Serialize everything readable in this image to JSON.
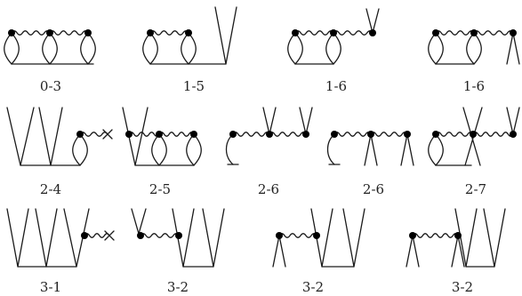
{
  "figure": {
    "labels": [
      "0-3",
      "1-5",
      "1-6",
      "1-6",
      "2-4",
      "2-5",
      "2-6",
      "2-6",
      "2-7",
      "3-1",
      "3-2",
      "3-2",
      "3-2"
    ]
  }
}
